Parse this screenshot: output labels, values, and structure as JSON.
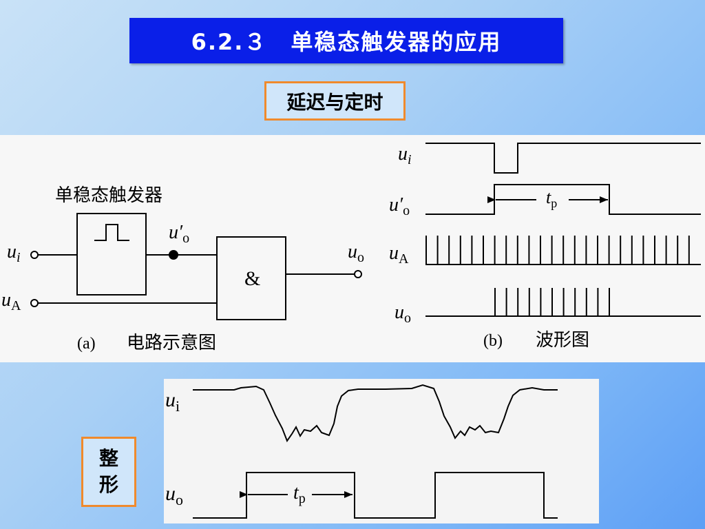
{
  "slide": {
    "title": "6.2.３　单稳态触发器的应用",
    "section1": "延迟与定时",
    "section2_char1": "整",
    "section2_char2": "形"
  },
  "circuit": {
    "block_label": "单稳态触发器",
    "and_gate": "&",
    "ui_main": "u",
    "ui_sub": "i",
    "uo_prime_main": "u′",
    "uo_prime_sub": "o",
    "uA_main": "u",
    "uA_sub": "A",
    "uo_main": "u",
    "uo_sub": "o",
    "caption_tag": "(a)",
    "caption_text": "电路示意图"
  },
  "waveform": {
    "ui_main": "u",
    "ui_sub": "i",
    "uo_prime_main": "u′",
    "uo_prime_sub": "o",
    "uA_main": "u",
    "uA_sub": "A",
    "uo_main": "u",
    "uo_sub": "o",
    "tp_main": "t",
    "tp_sub": "p",
    "caption_tag": "(b)",
    "caption_text": "波形图"
  },
  "shaping": {
    "ui_main": "u",
    "ui_sub": "i",
    "uo_main": "u",
    "uo_sub": "o",
    "tp_main": "t",
    "tp_sub": "p"
  },
  "colors": {
    "title_bg": "#0a1fe8",
    "box_border": "#f08a2c",
    "box_bg": "#d0e6fa"
  }
}
